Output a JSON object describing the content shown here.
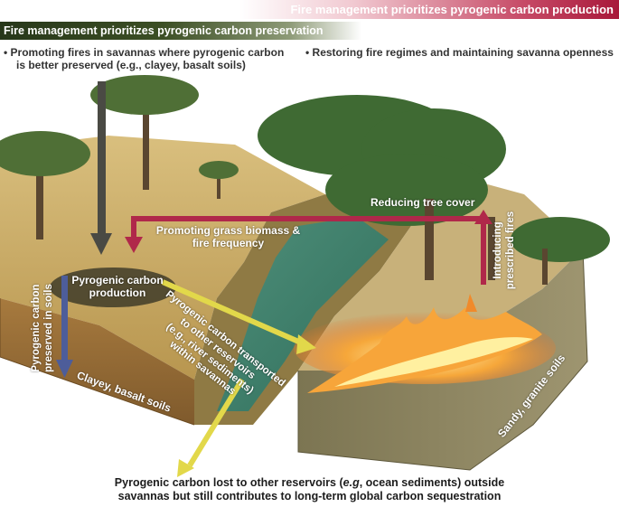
{
  "banners": {
    "production": "Fire management prioritizes pyrogenic carbon production",
    "preservation": "Fire management prioritizes pyrogenic carbon preservation"
  },
  "bullets": {
    "left_line1": "•  Promoting fires in savannas where pyrogenic carbon",
    "left_line2": "is better preserved (e.g., clayey, basalt soils)",
    "right": "•  Restoring fire regimes and maintaining savanna openness"
  },
  "labels": {
    "reducing_tree_cover": "Reducing tree cover",
    "grass_line1": "Promoting grass biomass &",
    "grass_line2": "fire frequency",
    "production_line1": "Pyrogenic carbon",
    "production_line2": "production",
    "transport_line1": "Pyrogenic carbon transported",
    "transport_line2": "to other reservoirs",
    "transport_line3": "(e.g., river sediments)",
    "transport_line4": "within savannas",
    "preserved_line1": "Pyrogenic carbon",
    "preserved_line2": "preserved in soils",
    "clayey": "Clayey, basalt soils",
    "prescribed_line1": "Introducing",
    "prescribed_line2": "prescribed fires",
    "sandy": "Sandy, granite soils",
    "lost_pre": "Pyrogenic carbon lost to other reservoirs (",
    "lost_eg": "e.g",
    "lost_post": ", ocean sediments) outside",
    "lost_line2": "savannas but still contributes to long-term global carbon sequestration"
  },
  "colors": {
    "production_arrow": "#b0284a",
    "preservation_arrow": "#4d5d9a",
    "transport_arrow": "#e2d84a",
    "down_arrow": "#4a4a44"
  }
}
